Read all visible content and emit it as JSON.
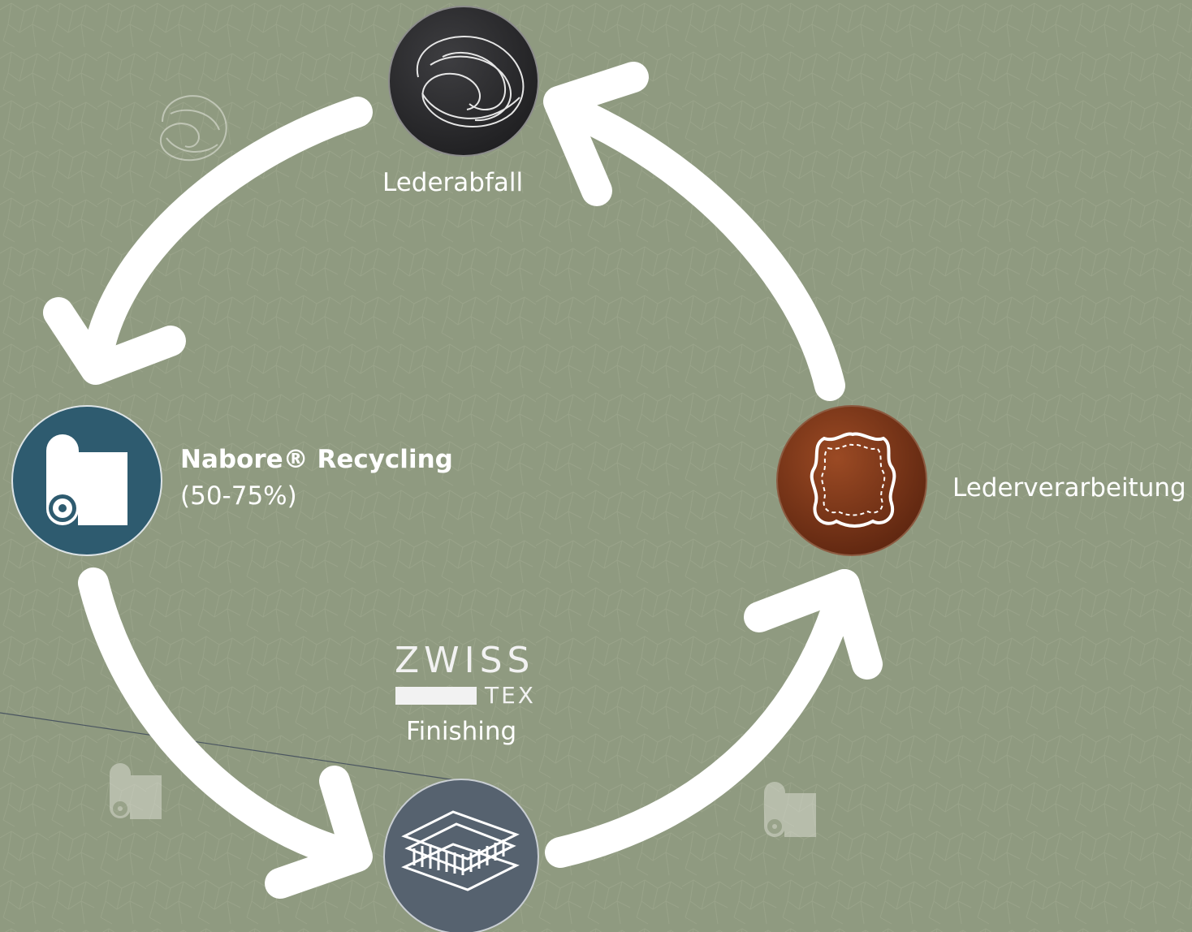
{
  "nodes": {
    "lederabfall": {
      "label": "Lederabfall",
      "icon": "leather-scraps-icon",
      "color": "#2f2f31"
    },
    "recycling": {
      "title": "Nabore® Recycling",
      "subtitle": "(50-75%)",
      "icon": "material-roll-icon",
      "color": "#2e5b6f"
    },
    "finishing": {
      "label": "Finishing",
      "icon": "layered-sheets-icon",
      "color": "#56626f"
    },
    "lederverarbeitung": {
      "label": "Lederverarbeitung",
      "icon": "leather-hide-icon",
      "color": "#7a3416"
    }
  },
  "logo": {
    "line1": "ZWISS",
    "line2": "TEX"
  },
  "decorations": [
    "faded-leather-scraps-icon",
    "faded-material-roll-icon",
    "faded-material-roll-icon"
  ],
  "colors": {
    "background": "#8f9a80",
    "arrow": "#ffffff"
  }
}
